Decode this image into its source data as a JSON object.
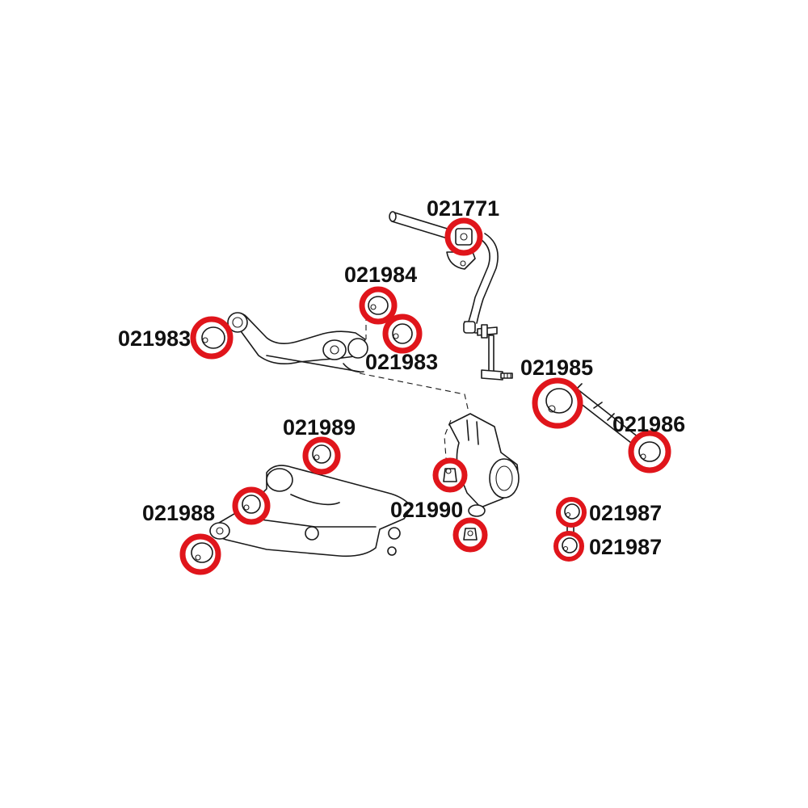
{
  "colors": {
    "highlight": "#e0151b",
    "line": "#1a1a1a",
    "background": "#ffffff"
  },
  "parts": [
    {
      "id": "p-021771",
      "label": "021771"
    },
    {
      "id": "p-021984",
      "label": "021984"
    },
    {
      "id": "p-021983-left",
      "label": "021983"
    },
    {
      "id": "p-021983-right",
      "label": "021983"
    },
    {
      "id": "p-021985",
      "label": "021985"
    },
    {
      "id": "p-021986",
      "label": "021986"
    },
    {
      "id": "p-021989",
      "label": "021989"
    },
    {
      "id": "p-021988",
      "label": "021988"
    },
    {
      "id": "p-021990",
      "label": "021990"
    },
    {
      "id": "p-021987-top",
      "label": "021987"
    },
    {
      "id": "p-021987-bottom",
      "label": "021987"
    }
  ]
}
